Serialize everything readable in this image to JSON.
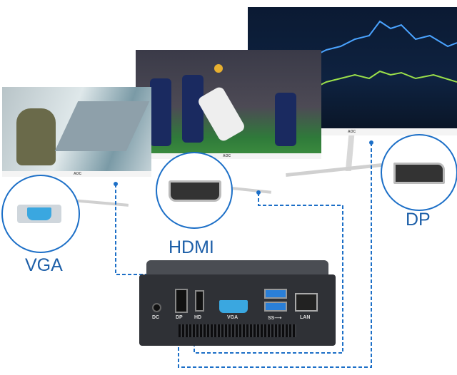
{
  "monitors": {
    "brand": "AOC"
  },
  "connectors": {
    "vga": "VGA",
    "hdmi": "HDMI",
    "dp": "DP"
  },
  "ports": {
    "dc": "DC",
    "dp": "DP",
    "hd": "HD",
    "vga": "VGA",
    "usb": "SS⟶",
    "lan": "LAN"
  },
  "colors": {
    "accent": "#1c6fc7",
    "device": "#2f3136"
  }
}
